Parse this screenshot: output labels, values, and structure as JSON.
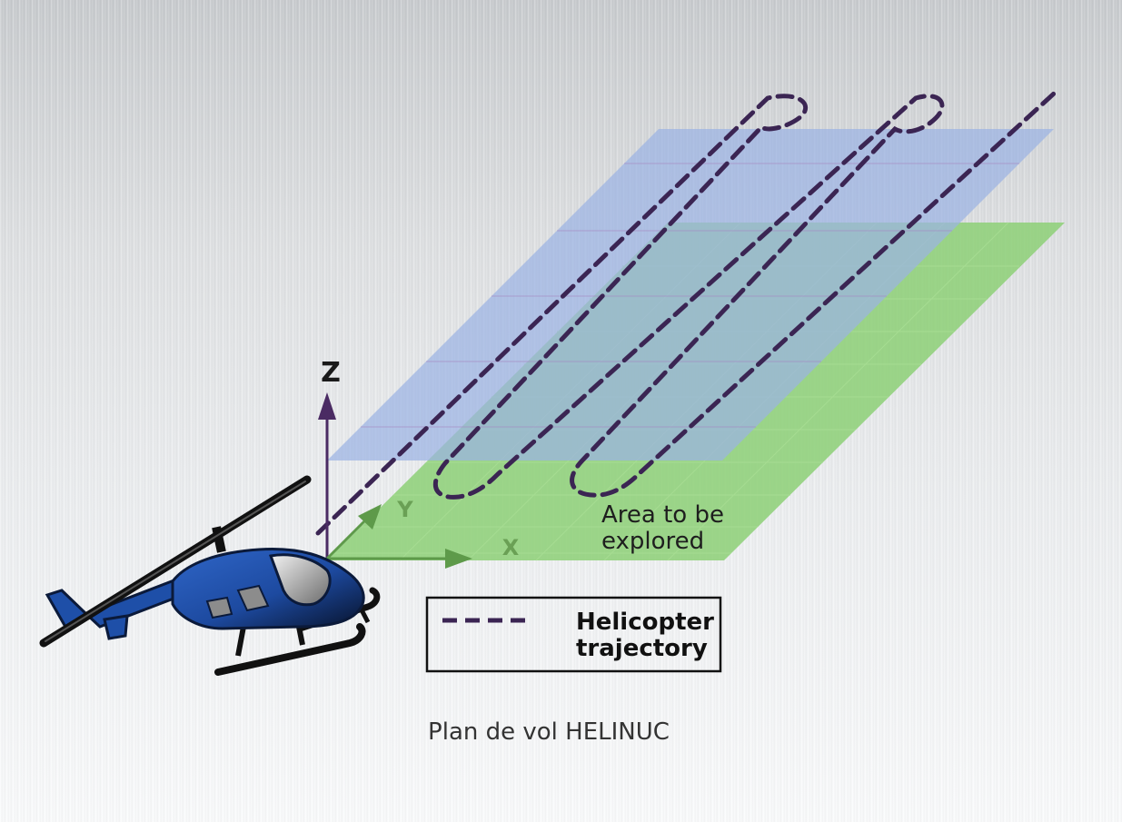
{
  "diagram": {
    "axes": {
      "z_label": "Z",
      "y_label": "Y",
      "x_label": "X"
    },
    "area_label": {
      "line1": "Area to be",
      "line2": "explored"
    },
    "legend": {
      "line1": "Helicopter",
      "line2": "trajectory"
    },
    "caption": "Plan de vol HELINUC"
  },
  "colors": {
    "ground_plane": "#8fd07a",
    "flight_plane": "#9bb3e3",
    "trajectory": "#3b2553",
    "axis_z": "#4a2b63",
    "axis_xy": "#5e9a4a",
    "helicopter_body": "#1e4fa8"
  }
}
